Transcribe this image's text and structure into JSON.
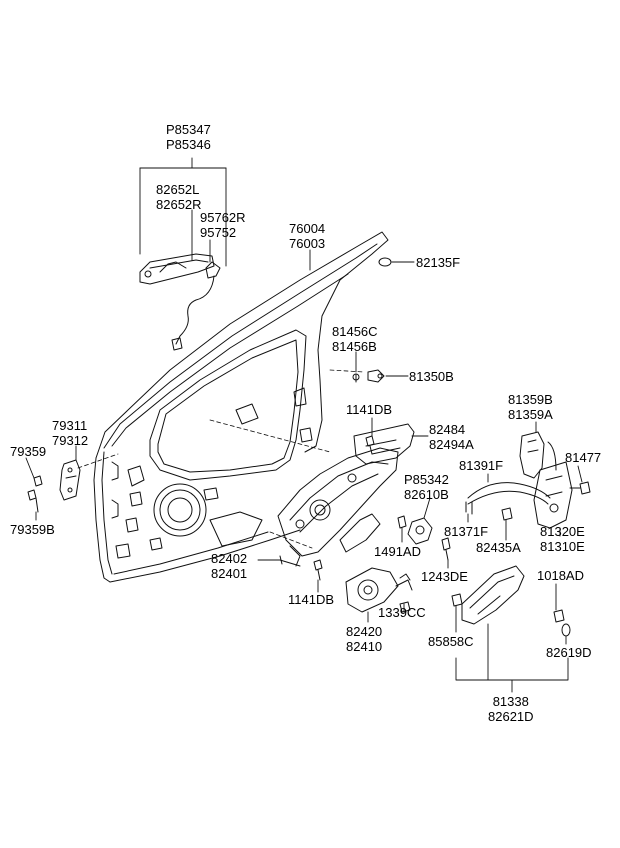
{
  "callouts": [
    {
      "id": "c1",
      "lines": [
        "P85347",
        "P85346"
      ]
    },
    {
      "id": "c2",
      "lines": [
        "82652L",
        "82652R"
      ]
    },
    {
      "id": "c3",
      "lines": [
        "95762R",
        "95752"
      ]
    },
    {
      "id": "c4",
      "lines": [
        "76004",
        "76003"
      ]
    },
    {
      "id": "c5",
      "lines": [
        "82135F"
      ]
    },
    {
      "id": "c6",
      "lines": [
        "81456C",
        "81456B"
      ]
    },
    {
      "id": "c7",
      "lines": [
        "81350B"
      ]
    },
    {
      "id": "c8",
      "lines": [
        "1141DB"
      ]
    },
    {
      "id": "c9",
      "lines": [
        "82484",
        "82494A"
      ]
    },
    {
      "id": "c10",
      "lines": [
        "81359B",
        "81359A"
      ]
    },
    {
      "id": "c11",
      "lines": [
        "81477"
      ]
    },
    {
      "id": "c12",
      "lines": [
        "79311",
        "79312"
      ]
    },
    {
      "id": "c13",
      "lines": [
        "79359"
      ]
    },
    {
      "id": "c14",
      "lines": [
        "79359B"
      ]
    },
    {
      "id": "c15",
      "lines": [
        "81391F"
      ]
    },
    {
      "id": "c16",
      "lines": [
        "P85342",
        "82610B"
      ]
    },
    {
      "id": "c17",
      "lines": [
        "81371F"
      ]
    },
    {
      "id": "c18",
      "lines": [
        "82435A"
      ]
    },
    {
      "id": "c19",
      "lines": [
        "81320E",
        "81310E"
      ]
    },
    {
      "id": "c20",
      "lines": [
        "1491AD"
      ]
    },
    {
      "id": "c21",
      "lines": [
        "82402",
        "82401"
      ]
    },
    {
      "id": "c22",
      "lines": [
        "1243DE"
      ]
    },
    {
      "id": "c23",
      "lines": [
        "1018AD"
      ]
    },
    {
      "id": "c24",
      "lines": [
        "1141DB"
      ]
    },
    {
      "id": "c25",
      "lines": [
        "1339CC"
      ]
    },
    {
      "id": "c26",
      "lines": [
        "85858C"
      ]
    },
    {
      "id": "c27",
      "lines": [
        "82420",
        "82410"
      ]
    },
    {
      "id": "c28",
      "lines": [
        "82619D"
      ]
    },
    {
      "id": "c29",
      "lines": [
        "81338",
        "82621D"
      ]
    }
  ]
}
